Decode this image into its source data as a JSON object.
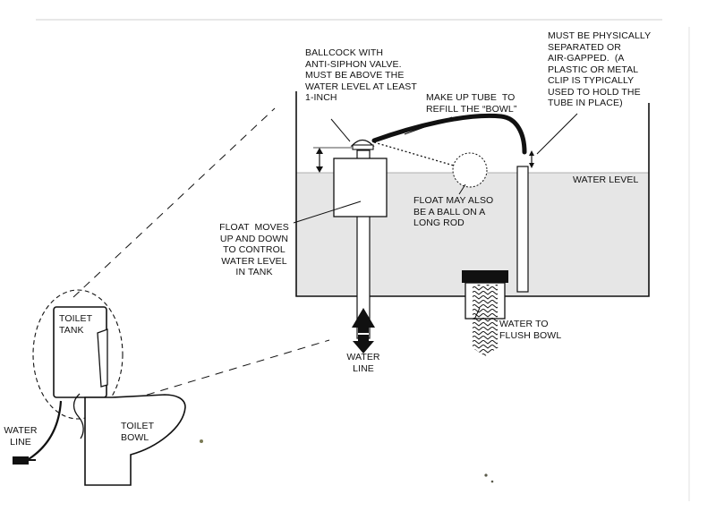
{
  "colors": {
    "line": "#111111",
    "water": "#e6e6e6",
    "paper": "#ffffff"
  },
  "labels": {
    "ballcock": "BALLCOCK WITH\nANTI-SIPHON VALVE.\nMUST BE ABOVE THE\nWATER LEVEL AT LEAST\n1-INCH",
    "makeup_tube": "MAKE UP TUBE  TO\nREFILL THE “BOWL”",
    "air_gap": "MUST BE PHYSICALLY\nSEPARATED OR\nAIR-GAPPED.  (A\nPLASTIC OR METAL\nCLIP IS TYPICALLY\nUSED TO HOLD THE\nTUBE IN PLACE)",
    "water_level": "WATER LEVEL",
    "float_ball": "FLOAT MAY ALSO\nBE A BALL ON A\nLONG ROD",
    "float_moves": "FLOAT  MOVES\nUP AND DOWN\nTO CONTROL\nWATER LEVEL\nIN TANK",
    "water_line_center": "WATER\nLINE",
    "water_to_flush": "WATER TO\nFLUSH BOWL",
    "toilet_tank": "TOILET\nTANK",
    "toilet_bowl": "TOILET\nBOWL",
    "water_line_left": "WATER\nLINE"
  }
}
